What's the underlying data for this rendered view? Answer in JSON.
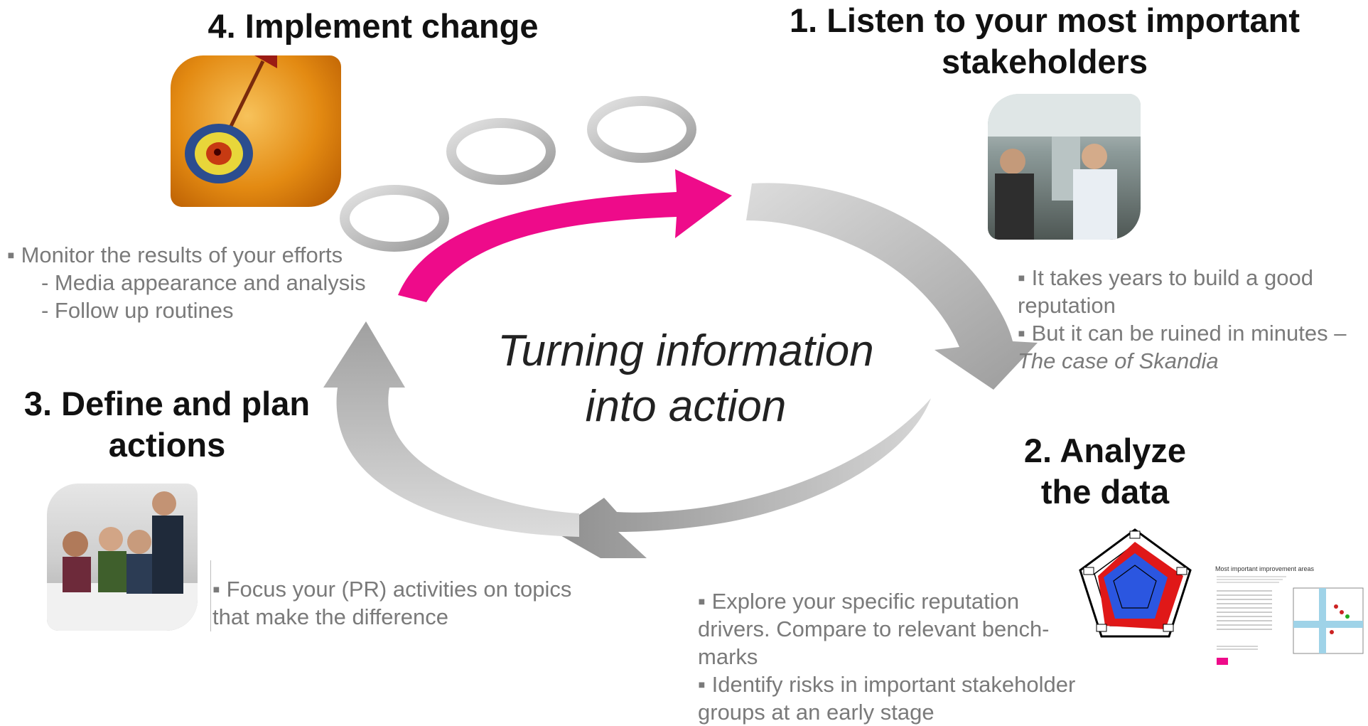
{
  "center": {
    "line1": "Turning information",
    "line2": "into action"
  },
  "steps": {
    "step1": {
      "heading_line1": "1. Listen to your most important",
      "heading_line2": "stakeholders",
      "bullet1_line1": "▪ It takes years to build a good",
      "bullet1_line2": "reputation",
      "bullet2_line1": "▪ But it can be ruined in minutes –",
      "bullet2_line2": "The case of Skandia"
    },
    "step2": {
      "heading_line1": "2. Analyze",
      "heading_line2": "the data",
      "bullet1_line1": "▪ Explore your specific reputation",
      "bullet1_line2": "drivers. Compare to relevant bench-",
      "bullet1_line3": "marks",
      "bullet2_line1": "▪ Identify risks in important stakeholder",
      "bullet2_line2": "groups at an early stage"
    },
    "step3": {
      "heading_line1": "3. Define and plan",
      "heading_line2": "actions",
      "bullet1_line1": "▪ Focus your (PR) activities on topics",
      "bullet1_line2": "that make the difference"
    },
    "step4": {
      "heading": "4. Implement change",
      "bullet1": "▪ Monitor the results of your efforts",
      "sub1": "- Media appearance and analysis",
      "sub2": "- Follow up routines"
    }
  },
  "report_thumbnail": {
    "title": "Most important improvement areas"
  },
  "colors": {
    "accent_arrow": "#ee0b8a",
    "cycle_arrow": "#a6a6a6",
    "text_gray": "#7a7a7a"
  },
  "icons": [
    "target-photo",
    "office-photo",
    "meeting-photo",
    "radar-chart",
    "quadrant-report",
    "mini-cycle-icon"
  ]
}
